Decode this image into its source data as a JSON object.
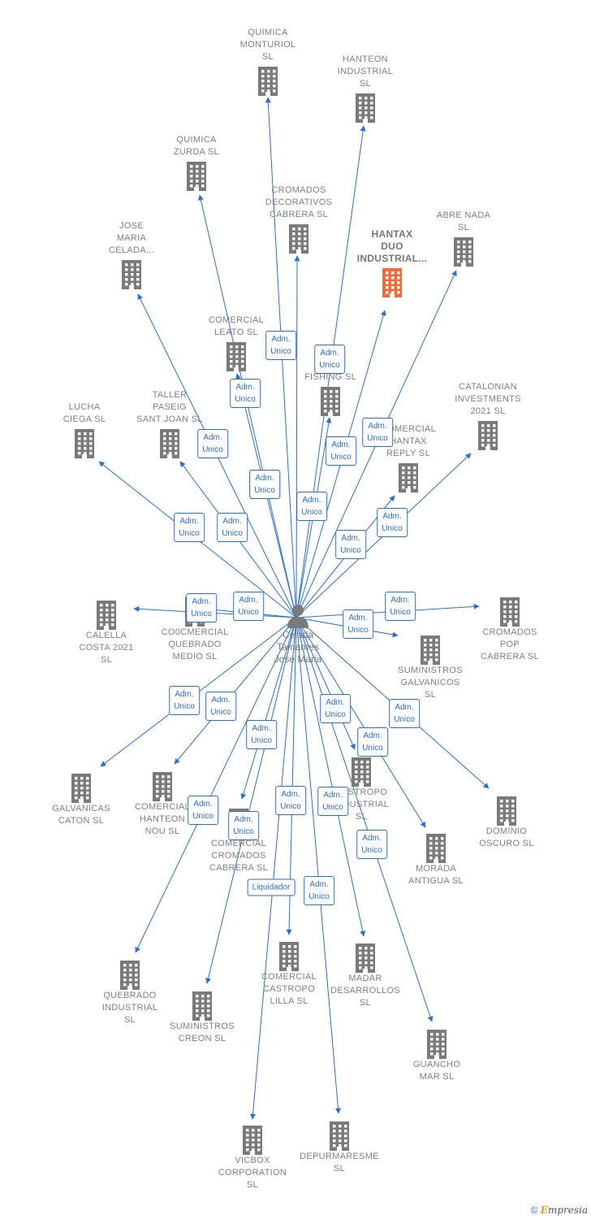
{
  "center": {
    "label": "Celada\nTamames\nJose Maria",
    "icon": "person-icon"
  },
  "colors": {
    "edge": "#2a6fd6",
    "node": "#7a7a7a",
    "highlight": "#f26a3a"
  },
  "nodes": [
    {
      "id": "quimica-monturiol",
      "label": "QUIMICA\nMONTURIOL\nSL"
    },
    {
      "id": "hanteon-industrial",
      "label": "HANTEON\nINDUSTRIAL\nSL"
    },
    {
      "id": "quimica-zurda",
      "label": "QUIMICA\nZURDA  SL"
    },
    {
      "id": "cromados-decorativos",
      "label": "CROMADOS\nDECORATIVOS\nCABRERA  SL"
    },
    {
      "id": "abre-nada",
      "label": "ABRE NADA\nSL"
    },
    {
      "id": "hantax-duo",
      "label": "HANTAX\nDUO\nINDUSTRIAL...",
      "highlight": true
    },
    {
      "id": "jose-maria-celada",
      "label": "JOSE\nMARIA\nCELADA..."
    },
    {
      "id": "comercial-leato",
      "label": "COMERCIAL\nLEATO  SL"
    },
    {
      "id": "fishing",
      "label": "FISHING  SL"
    },
    {
      "id": "catalonian",
      "label": "CATALONIAN\nINVESTMENTS\n2021  SL"
    },
    {
      "id": "lucha-ciega",
      "label": "LUCHA\nCIEGA  SL"
    },
    {
      "id": "taller-paseig",
      "label": "TALLER\nPASEIG\nSANT JOAN  SL"
    },
    {
      "id": "comercial-hantax",
      "label": "COMERCIAL\nHANTAX\nREPLY  SL"
    },
    {
      "id": "calella-costa",
      "label": "CALELLA\nCOSTA 2021\nSL"
    },
    {
      "id": "co0comercial",
      "label": "CO0CMERCIAL\nQUEBRADO\nMEDIO  SL"
    },
    {
      "id": "cromados-pop",
      "label": "CROMADOS\nPOP\nCABRERA  SL"
    },
    {
      "id": "suministros-galvanicos",
      "label": "SUMINISTROS\nGALVANICOS\nSL"
    },
    {
      "id": "galvanicas-caton",
      "label": "GALVANICAS\nCATON  SL"
    },
    {
      "id": "comercial-hanteon",
      "label": "COMERCIAL\nHANTEON\nNOU  SL"
    },
    {
      "id": "comercial-cromados",
      "label": "COMERCIAL\nCROMADOS\nCABRERA  SL"
    },
    {
      "id": "castropo-industrial",
      "label": "CASTROPO\nINDUSTRIAL\nSL"
    },
    {
      "id": "dominio-oscuro",
      "label": "DOMINIO\nOSCURO  SL"
    },
    {
      "id": "morada-antigua",
      "label": "MORADA\nANTIGUA  SL"
    },
    {
      "id": "quebrado-industrial",
      "label": "QUEBRADO\nINDUSTRIAL\nSL"
    },
    {
      "id": "suministros-creon",
      "label": "SUMINISTROS\nCREON  SL"
    },
    {
      "id": "comercial-castropo",
      "label": "COMERCIAL\nCASTROPO\nLILLA  SL"
    },
    {
      "id": "madar",
      "label": "MADAR\nDESARROLLOS\nSL"
    },
    {
      "id": "guancho-mar",
      "label": "GUANCHO\nMAR  SL"
    },
    {
      "id": "vicbox",
      "label": "VICBOX\nCORPORATION\nSL"
    },
    {
      "id": "depurmaresme",
      "label": "DEPURMARESME\nSL"
    }
  ],
  "edges": [
    {
      "to": "quimica-monturiol",
      "label": "Adm.\nUnico"
    },
    {
      "to": "hanteon-industrial",
      "label": "Adm.\nUnico"
    },
    {
      "to": "quimica-zurda",
      "label": "Adm.\nUnico"
    },
    {
      "to": "cromados-decorativos",
      "label": "Adm.\nUnico"
    },
    {
      "to": "abre-nada",
      "label": "Adm.\nUnico"
    },
    {
      "to": "hantax-duo",
      "label": "Adm.\nUnico"
    },
    {
      "to": "jose-maria-celada",
      "label": "Adm.\nUnico"
    },
    {
      "to": "comercial-leato",
      "label": "Adm.\nUnico"
    },
    {
      "to": "fishing",
      "label": "Adm.\nUnico"
    },
    {
      "to": "catalonian",
      "label": "Adm.\nUnico"
    },
    {
      "to": "lucha-ciega",
      "label": "Adm.\nUnico"
    },
    {
      "to": "taller-paseig",
      "label": "Adm.\nUnico"
    },
    {
      "to": "comercial-hantax",
      "label": "Adm.\nUnico"
    },
    {
      "to": "calella-costa",
      "label": "Adm.\nUnico"
    },
    {
      "to": "co0comercial",
      "label": "Adm.\nUnico"
    },
    {
      "to": "cromados-pop",
      "label": "Adm.\nUnico"
    },
    {
      "to": "suministros-galvanicos",
      "label": "Adm.\nUnico"
    },
    {
      "to": "galvanicas-caton",
      "label": "Adm.\nUnico"
    },
    {
      "to": "comercial-hanteon",
      "label": "Adm.\nUnico"
    },
    {
      "to": "comercial-cromados",
      "label": "Adm.\nUnico"
    },
    {
      "to": "castropo-industrial",
      "label": "Adm.\nUnico"
    },
    {
      "to": "dominio-oscuro",
      "label": "Adm.\nUnico"
    },
    {
      "to": "morada-antigua",
      "label": "Adm.\nUnico"
    },
    {
      "to": "quebrado-industrial",
      "label": "Adm.\nUnico"
    },
    {
      "to": "suministros-creon",
      "label": "Adm.\nUnico"
    },
    {
      "to": "comercial-castropo",
      "label": "Adm.\nUnico"
    },
    {
      "to": "madar",
      "label": "Adm.\nUnico"
    },
    {
      "to": "guancho-mar",
      "label": "Adm.\nUnico"
    },
    {
      "to": "vicbox",
      "label": "Liquidador"
    },
    {
      "to": "depurmaresme",
      "label": "Adm.\nUnico"
    }
  ],
  "footer": {
    "copyright": "©",
    "brand_initial": "E",
    "brand_rest": "mpresia"
  }
}
